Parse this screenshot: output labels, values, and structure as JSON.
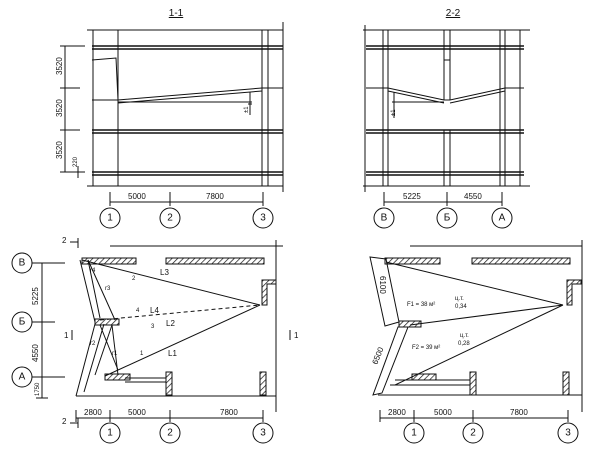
{
  "section_1": {
    "title": "1-1",
    "height_dims": [
      "3520",
      "3520",
      "3520"
    ],
    "slab_dim": "220",
    "level_mark": "±1",
    "span_dims": [
      "5000",
      "7800"
    ],
    "axes": [
      "1",
      "2",
      "3"
    ]
  },
  "section_2": {
    "title": "2-2",
    "level_mark": "±1",
    "span_dims": [
      "5225",
      "4550"
    ],
    "axes": [
      "В",
      "Б",
      "А"
    ]
  },
  "plan_1": {
    "row_axes": [
      "В",
      "Б",
      "А"
    ],
    "row_dims": [
      "5225",
      "4550",
      "1750"
    ],
    "col_dims": [
      "2800",
      "5000",
      "7800"
    ],
    "col_axes": [
      "1",
      "2",
      "3"
    ],
    "cut_marks": [
      "2",
      "2",
      "1",
      "1"
    ],
    "lines": [
      "L1",
      "L2",
      "L3",
      "L4"
    ],
    "radii": [
      "r1",
      "r2",
      "r3",
      "r4"
    ],
    "point_numbers": [
      "1",
      "2",
      "3",
      "4"
    ]
  },
  "plan_2": {
    "panel_dims": [
      "6100",
      "6500"
    ],
    "col_dims": [
      "2800",
      "5000",
      "7800"
    ],
    "col_axes": [
      "1",
      "2",
      "3"
    ],
    "areas": [
      {
        "label": "F1 = 38 м²",
        "center": "ц.т.",
        "value": "0,34"
      },
      {
        "label": "F2 = 39 м²",
        "center": "ц.т.",
        "value": "0,28"
      }
    ]
  }
}
